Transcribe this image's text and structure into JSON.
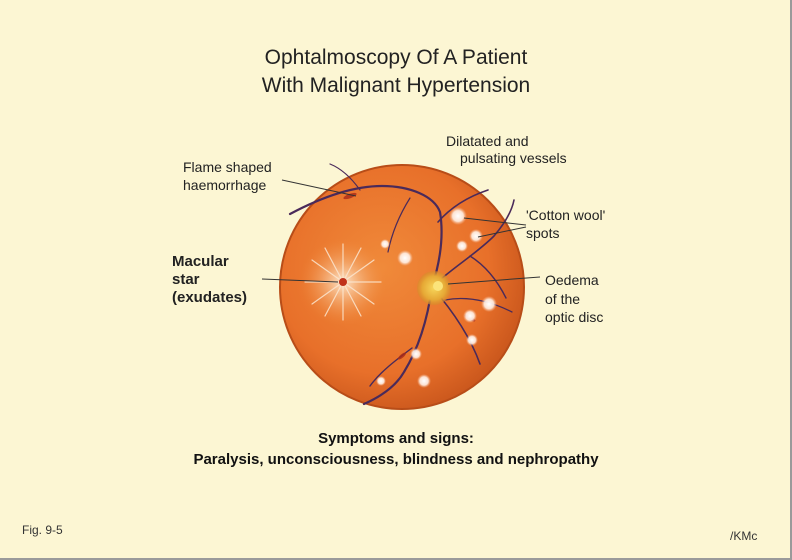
{
  "title": {
    "line1": "Ophtalmoscopy Of A  Patient",
    "line2": "With Malignant Hypertension"
  },
  "labels": {
    "dilated_vessels": {
      "line1": "Dilatated and",
      "line2": "pulsating vessels"
    },
    "flame_haemorrhage": {
      "line1": "Flame shaped",
      "line2": "haemorrhage"
    },
    "cotton_wool": {
      "line1": "'Cotton wool'",
      "line2": "spots"
    },
    "macular_star": {
      "line1": "Macular",
      "line2": "star",
      "line3": "(exudates)"
    },
    "optic_disc": {
      "line1": "Oedema",
      "line2": "of the",
      "line3": "optic disc"
    }
  },
  "caption": {
    "heading": "Symptoms and signs:",
    "text": "Paralysis, unconsciousness, blindness and nephropathy"
  },
  "footer": {
    "figure": "Fig. 9-5",
    "author": "/KMc"
  },
  "colors": {
    "background": "#fcf6d3",
    "retina": "#e8762c",
    "vessel": "#4a2a5a",
    "optic_disc": "#e9b23c",
    "exudate": "#fff4ea"
  }
}
